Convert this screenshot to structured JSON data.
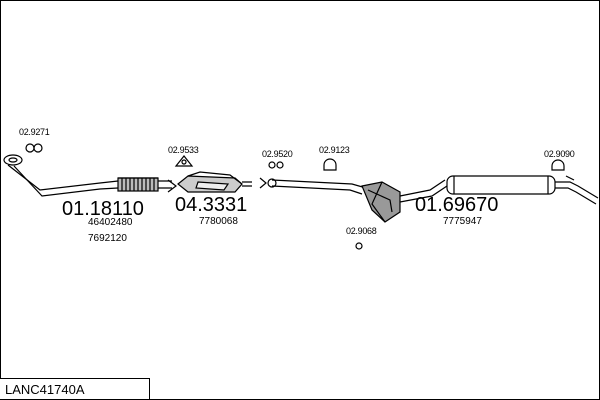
{
  "diagram_code": "LANC41740A",
  "parts": [
    {
      "id": "front-pipe",
      "number": "01.18110",
      "refs": [
        "46402480",
        "7692120"
      ]
    },
    {
      "id": "catalytic-converter",
      "number": "04.3331",
      "refs": [
        "7780068"
      ]
    },
    {
      "id": "rear-silencer",
      "number": "01.69670",
      "refs": [
        "7775947"
      ]
    }
  ],
  "accessories": [
    {
      "id": "gasket-front",
      "number": "02.9271"
    },
    {
      "id": "gasket-cat",
      "number": "02.9533"
    },
    {
      "id": "clamp-mid",
      "number": "02.9520"
    },
    {
      "id": "hanger-mid",
      "number": "02.9123"
    },
    {
      "id": "hanger-center",
      "number": "02.9068"
    },
    {
      "id": "hanger-rear",
      "number": "02.9090"
    }
  ]
}
